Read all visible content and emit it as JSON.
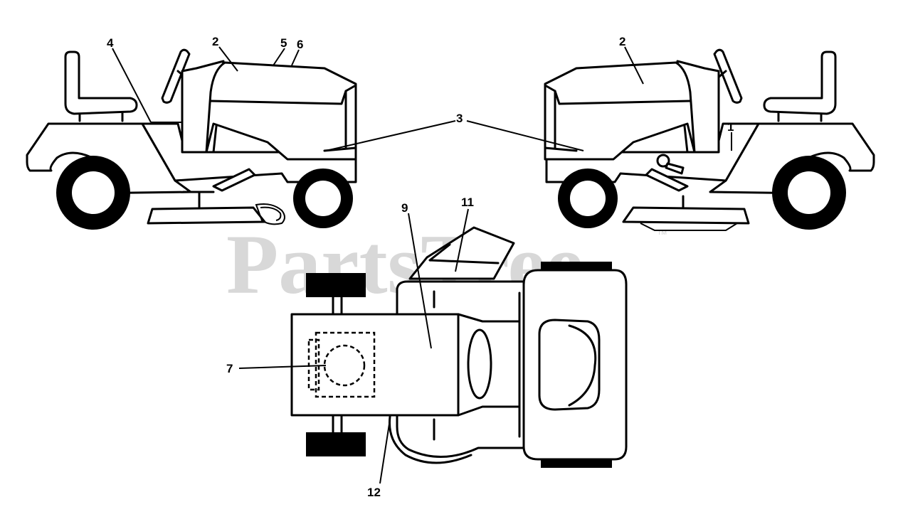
{
  "watermark": {
    "text": "PartsTree",
    "tm": "TM"
  },
  "callouts": {
    "c1": "1",
    "c2_left": "2",
    "c2_right": "2",
    "c3": "3",
    "c4": "4",
    "c5": "5",
    "c6": "6",
    "c7": "7",
    "c9": "9",
    "c11": "11",
    "c12": "12"
  },
  "colors": {
    "line": "#000000",
    "watermark": "#d8d8d8",
    "background": "#ffffff"
  }
}
